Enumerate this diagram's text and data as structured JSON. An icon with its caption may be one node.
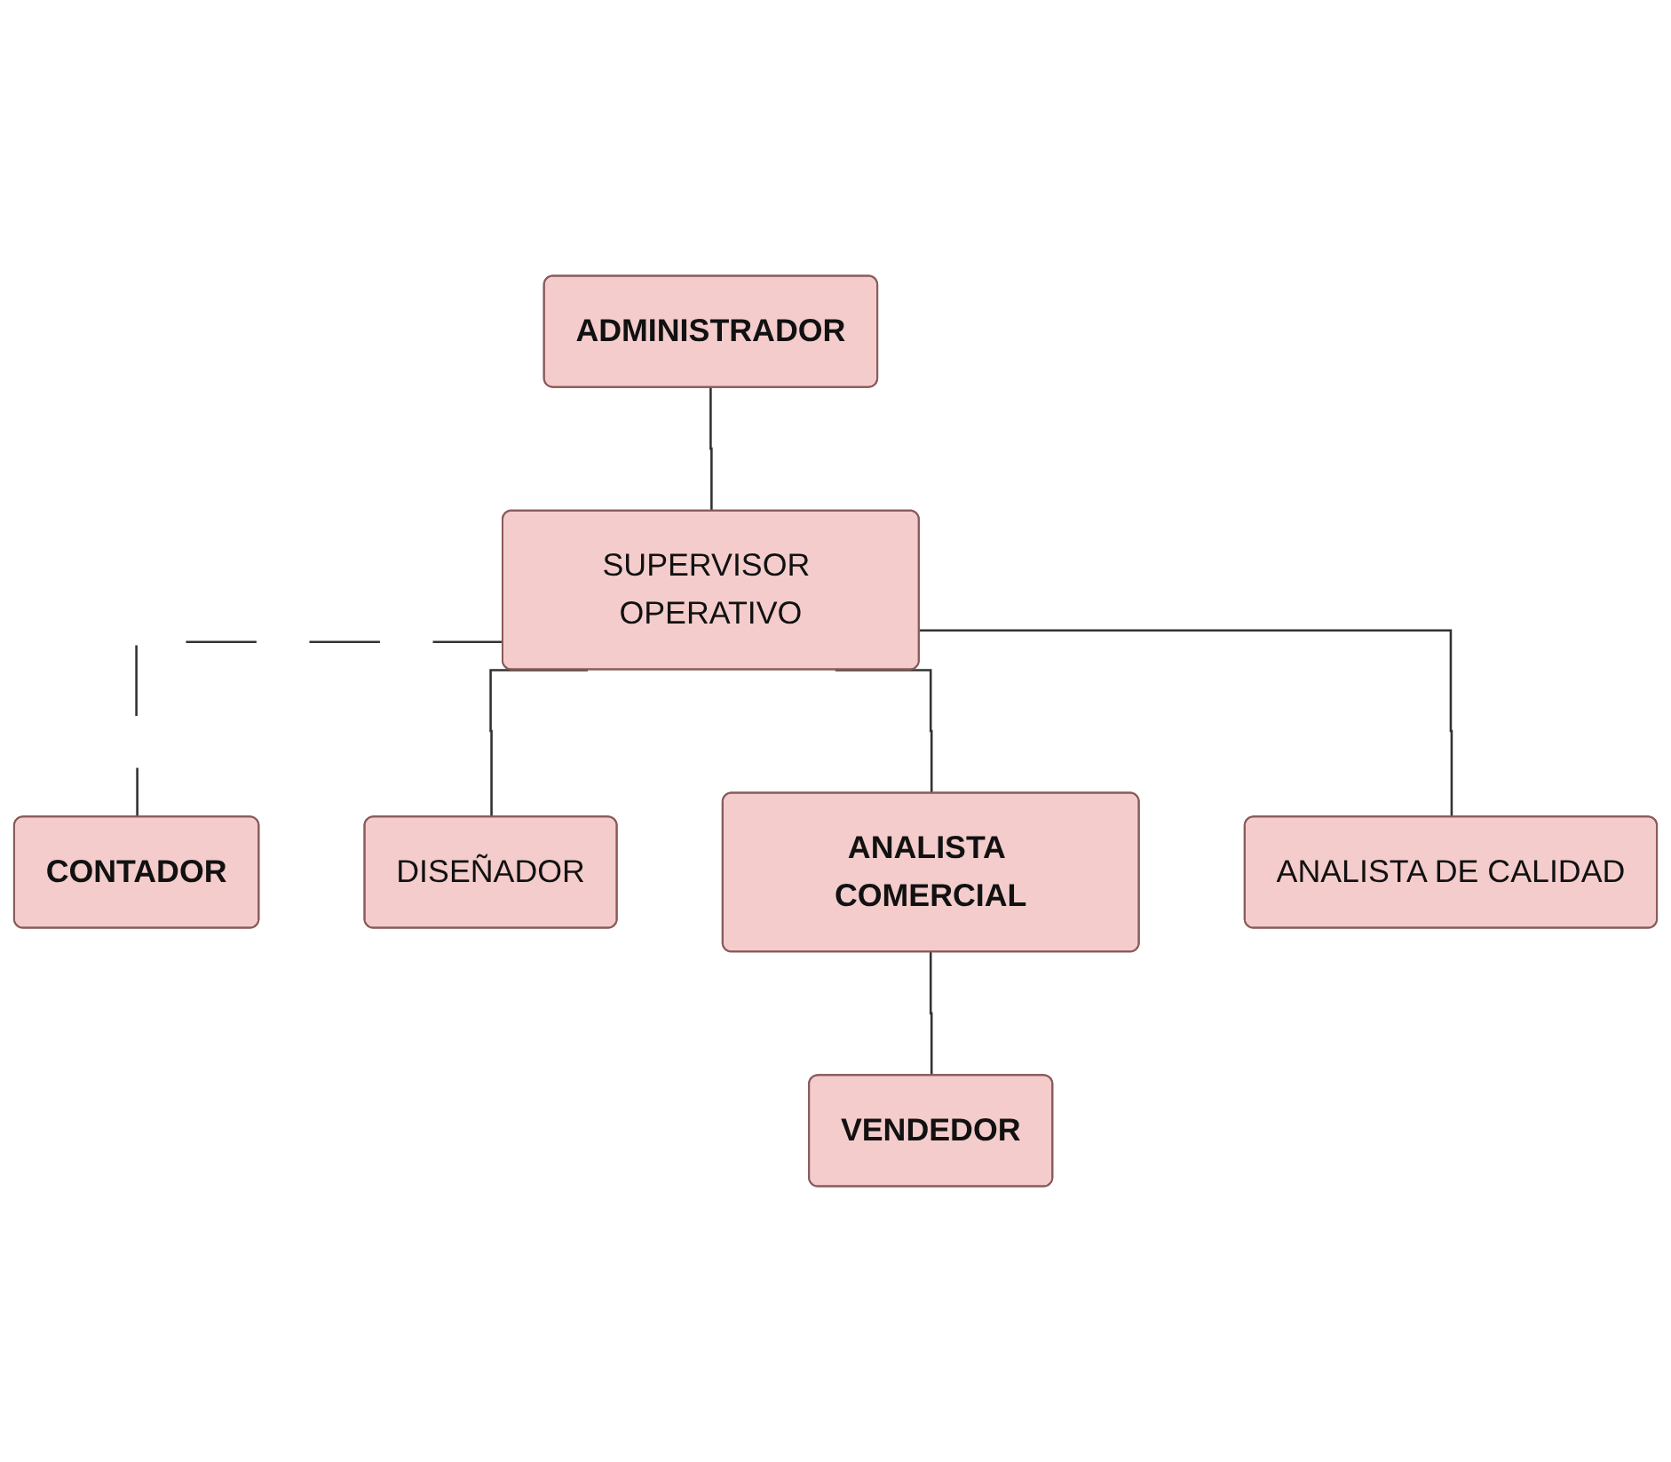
{
  "diagram": {
    "nodes": [
      {
        "text": [
          "ADMINISTRADOR"
        ]
      },
      {
        "text": [
          "SUPERVISOR OPERATIVO"
        ]
      },
      {
        "text": [
          "CONTADOR"
        ]
      },
      {
        "text": [
          "DISEÑADOR"
        ]
      },
      {
        "text": [
          "ANALISTA COMERCIAL"
        ]
      },
      {
        "text": [
          "ANALISTA DE CALIDAD"
        ]
      },
      {
        "text": [
          "VENDEDOR"
        ]
      }
    ],
    "edges": [
      {
        "from": 0,
        "to": 1,
        "arrow": "none"
      },
      {
        "from": 1,
        "to": 2,
        "arrow": "none",
        "style": "dashed"
      },
      {
        "from": 1,
        "to": 3,
        "arrow": "none"
      },
      {
        "from": 1,
        "to": 4,
        "arrow": "none"
      },
      {
        "from": 1,
        "to": 5,
        "arrow": "none"
      },
      {
        "from": 4,
        "to": 6,
        "arrow": "none"
      }
    ]
  }
}
